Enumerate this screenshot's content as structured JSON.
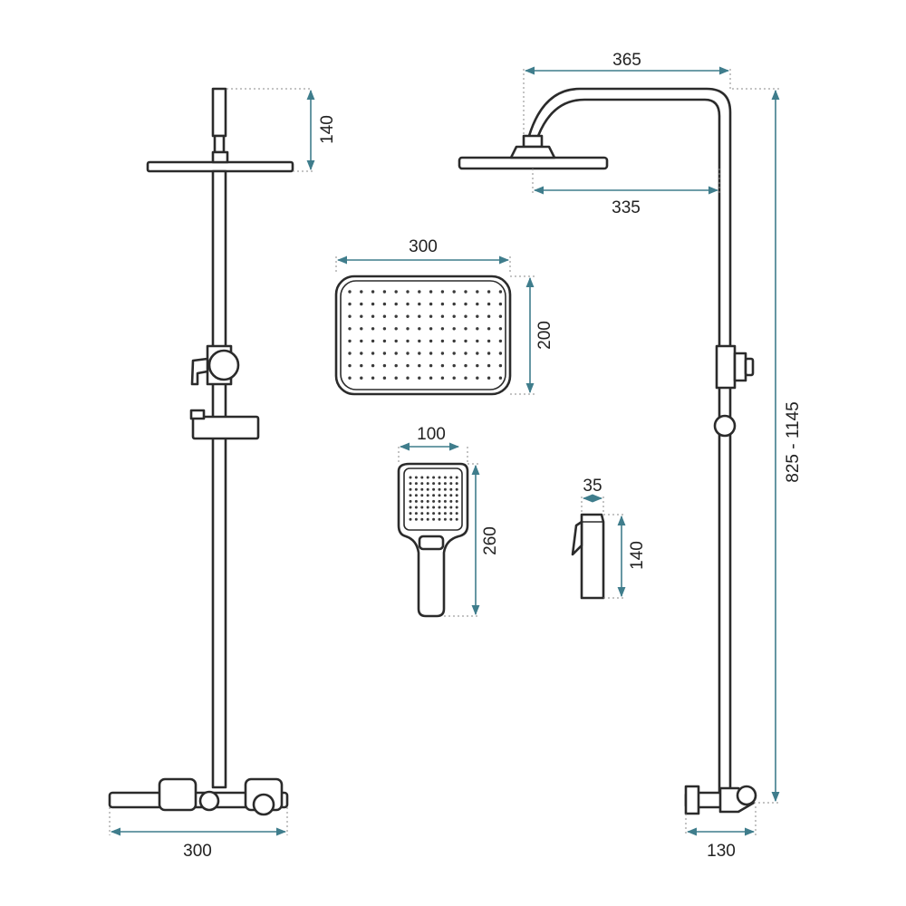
{
  "colors": {
    "dimension_line": "#3f7d8c",
    "outline": "#2b2b2b",
    "background": "#ffffff"
  },
  "dimensions": {
    "front_handshower_height": "140",
    "front_base_width": "300",
    "side_arm_reach": "365",
    "side_head_offset": "335",
    "side_total_height": "825 - 1145",
    "side_base_depth": "130",
    "head_width": "300",
    "head_height": "200",
    "handshower_width": "100",
    "handshower_length": "260",
    "holder_width": "35",
    "holder_height": "140"
  }
}
